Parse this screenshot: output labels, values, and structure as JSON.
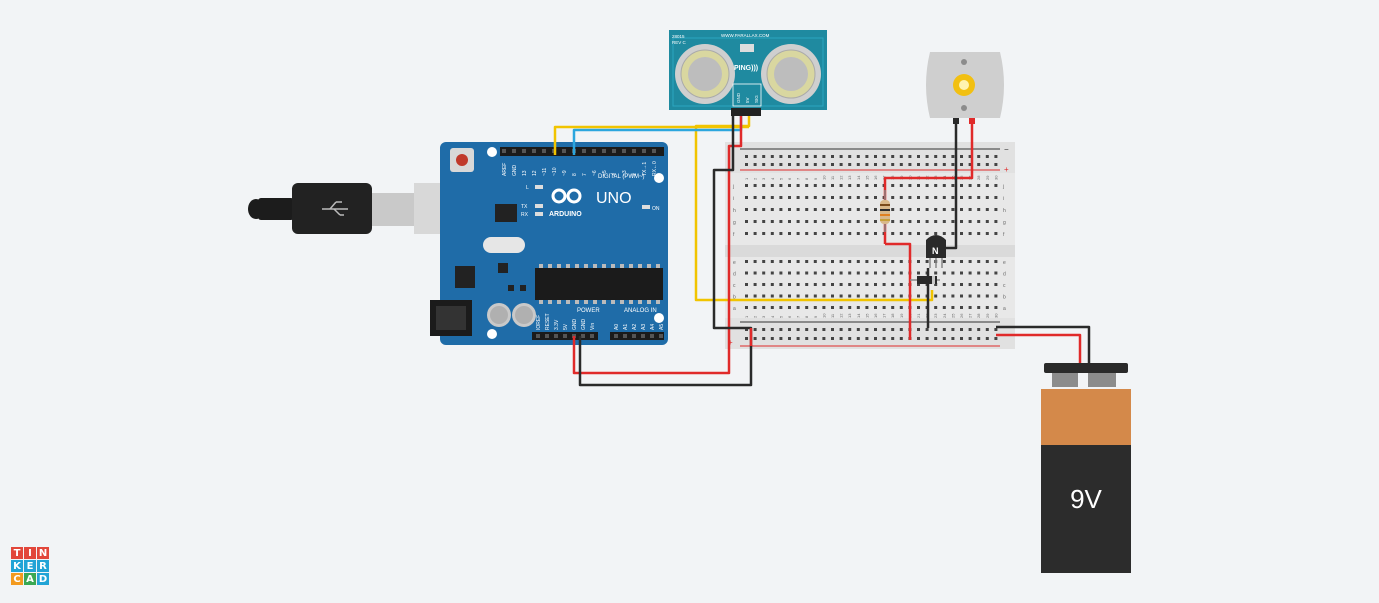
{
  "app": "Tinkercad Circuits",
  "sensor": {
    "model": "28015",
    "rev": "REV C",
    "website": "WWW.PARALLAX.COM",
    "name": "PING)))",
    "pins": [
      "GND",
      "5V",
      "SIG"
    ]
  },
  "arduino": {
    "brand": "ARDUINO",
    "model": "UNO",
    "digital_label": "DIGITAL (PWM~)",
    "power_label": "POWER",
    "analog_label": "ANALOG IN",
    "on_label": "ON",
    "led_labels": [
      "L",
      "TX",
      "RX"
    ],
    "digital_pins": [
      "AREF",
      "GND",
      "13",
      "12",
      "~11",
      "~10",
      "~9",
      "8",
      "7",
      "~6",
      "~5",
      "4",
      "~3",
      "2",
      "TX→1",
      "RX←0"
    ],
    "power_pins": [
      "IOREF",
      "RESET",
      "3.3V",
      "5V",
      "GND",
      "GND",
      "Vin"
    ],
    "analog_pins": [
      "A0",
      "A1",
      "A2",
      "A3",
      "A4",
      "A5"
    ]
  },
  "transistor": {
    "label": "N"
  },
  "battery": {
    "label": "9V"
  },
  "breadboard": {
    "column_numbers": [
      "1",
      "2",
      "3",
      "4",
      "5",
      "6",
      "7",
      "8",
      "9",
      "10",
      "11",
      "12",
      "13",
      "14",
      "15",
      "16",
      "17",
      "18",
      "19",
      "20",
      "21",
      "22",
      "23",
      "24",
      "25",
      "26",
      "27",
      "28",
      "29",
      "30"
    ],
    "rows_top": [
      "j",
      "i",
      "h",
      "g",
      "f"
    ],
    "rows_bottom": [
      "e",
      "d",
      "c",
      "b",
      "a"
    ],
    "rail_plus": "+",
    "rail_minus": "−"
  },
  "logo": {
    "letters": [
      "T",
      "I",
      "N",
      "K",
      "E",
      "R",
      "C",
      "A",
      "D"
    ],
    "colors": [
      "#e2463a",
      "#e2463a",
      "#e2463a",
      "#22a4d6",
      "#22a4d6",
      "#22a4d6",
      "#f39a1e",
      "#3aa853",
      "#22a4d6"
    ]
  },
  "colors": {
    "board_blue": "#1f6ca8",
    "wire_red": "#e02a2a",
    "wire_black": "#2a2a2a",
    "wire_yellow": "#f1c400",
    "wire_blue": "#2ba6de",
    "battery_copper": "#d4894a",
    "battery_body": "#2c2c2c"
  }
}
